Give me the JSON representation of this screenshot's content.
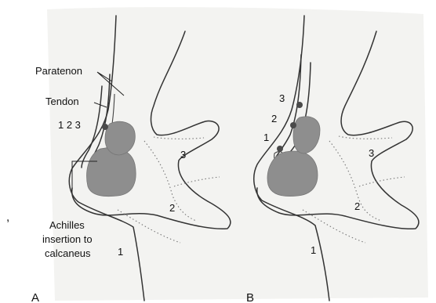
{
  "panel_a": {
    "letter": "A",
    "paratenon": "Paratenon",
    "tendon": "Tendon",
    "positions": "1 2 3",
    "insertion_line1": "Achilles",
    "insertion_line2": "insertion to",
    "insertion_line3": "calcaneus",
    "region_1": "1",
    "region_2": "2",
    "region_3": "3"
  },
  "panel_b": {
    "letter": "B",
    "pos_1": "1",
    "pos_2": "2",
    "pos_3": "3",
    "region_1": "1",
    "region_2": "2",
    "region_3": "3"
  },
  "stray_mark": ","
}
